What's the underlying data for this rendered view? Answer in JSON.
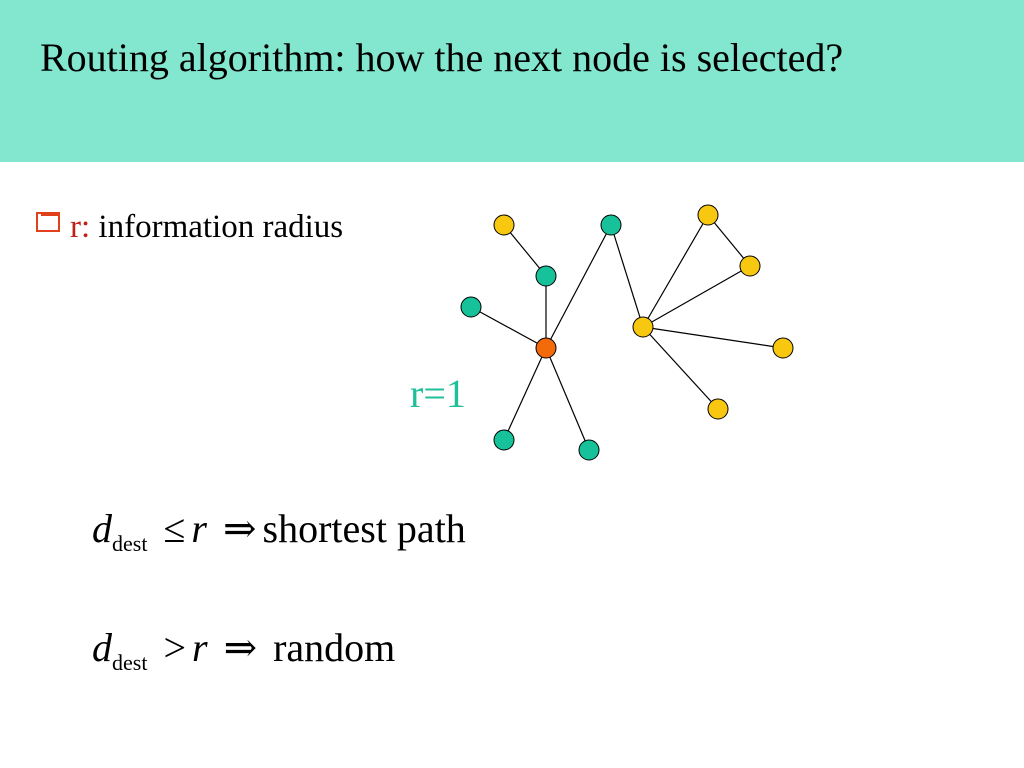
{
  "slide": {
    "title": "Routing algorithm: how the next node is selected?",
    "bullet": {
      "term": "r:",
      "definition": "information radius"
    },
    "radius_label": "r=1",
    "formulas": [
      {
        "var": "d",
        "sub": "dest",
        "op": "≤",
        "rhs_var": "r",
        "implies": "⇒",
        "result": "shortest path"
      },
      {
        "var": "d",
        "sub": "dest",
        "op": ">",
        "rhs_var": "r",
        "implies": "⇒",
        "result": "random"
      }
    ]
  },
  "colors": {
    "header": "#83e6cf",
    "center_node": "#f26a0a",
    "teal_node": "#17c29a",
    "yellow_node": "#f7c80f",
    "edge": "#000000"
  }
}
